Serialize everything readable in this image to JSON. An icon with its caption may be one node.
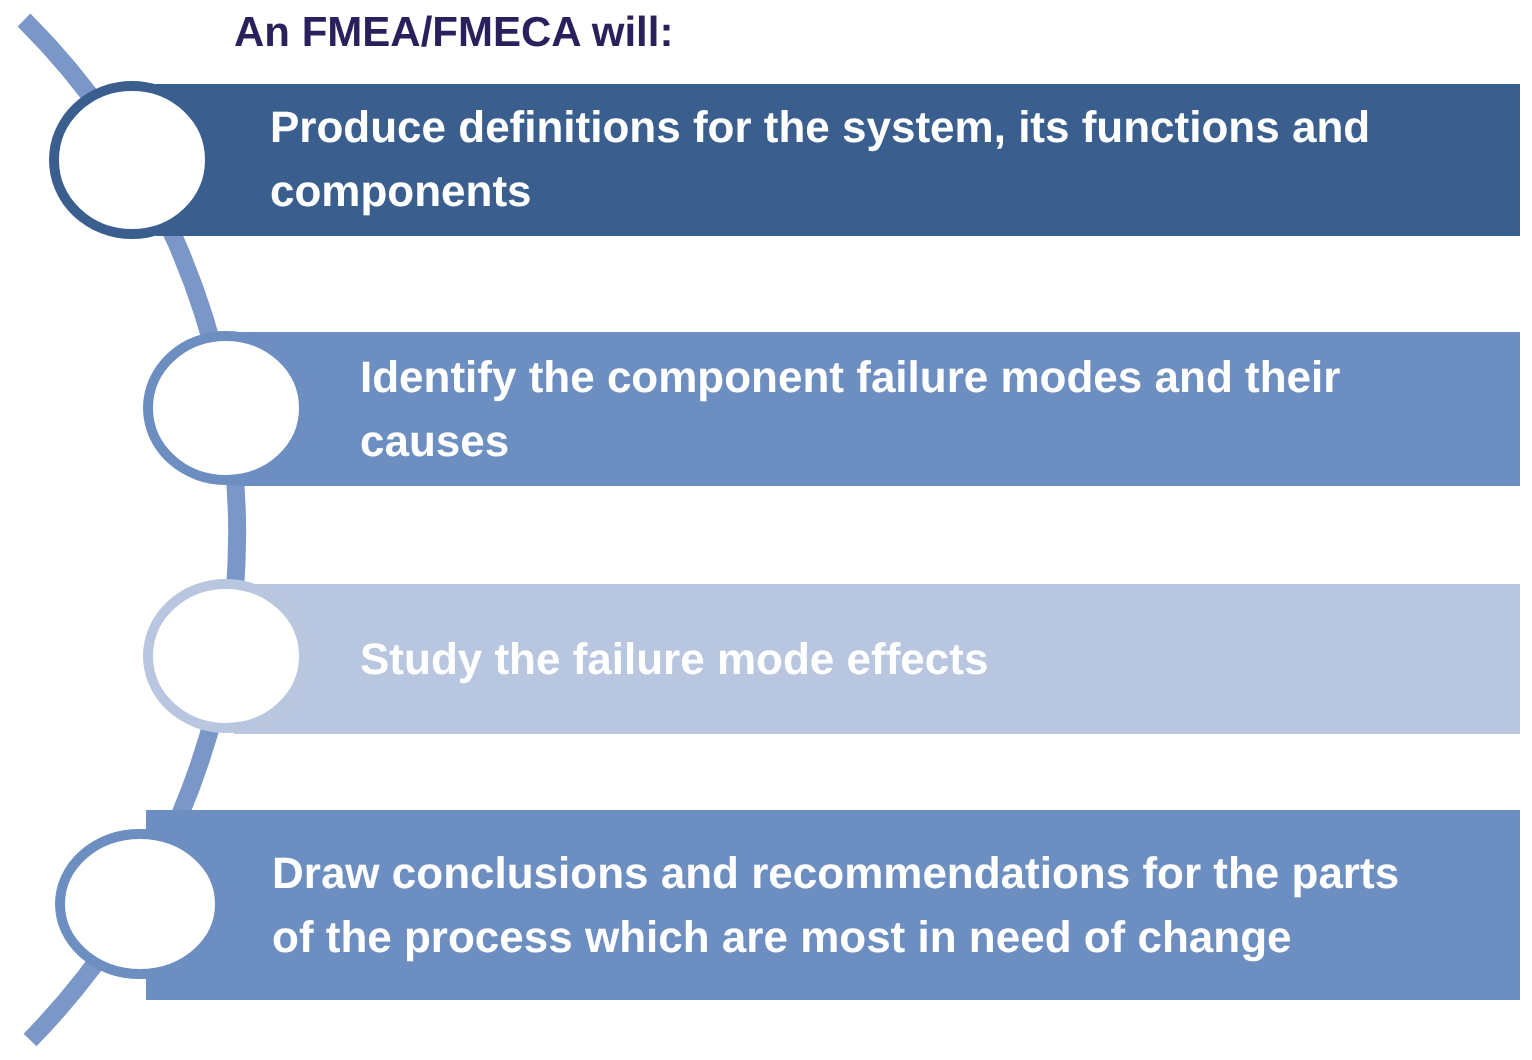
{
  "diagram": {
    "title": "An FMEA/FMECA will:",
    "nodes": [
      {
        "text": [
          "Produce definitions for the system, its functions and components"
        ]
      },
      {
        "text": [
          "Identify the component failure modes and their causes"
        ]
      },
      {
        "text": [
          "Study the failure mode effects"
        ]
      },
      {
        "text": [
          "Draw conclusions and recommendations for the parts of the process which are most in need of change"
        ]
      }
    ]
  }
}
